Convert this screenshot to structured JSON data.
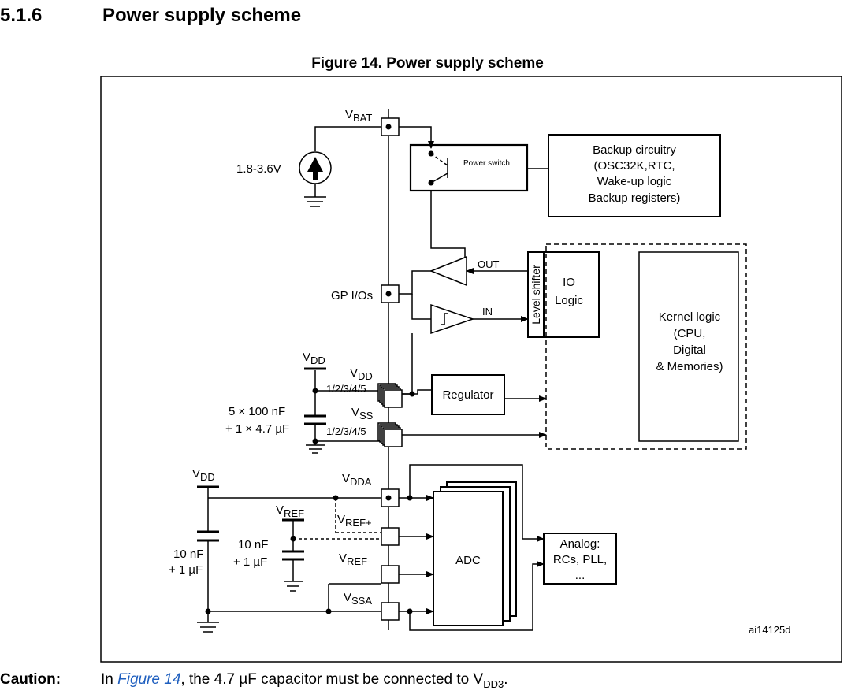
{
  "section": {
    "number": "5.1.6",
    "title": "Power supply scheme"
  },
  "figure": {
    "title": "Figure 14. Power supply scheme",
    "ref_id": "ai14125d"
  },
  "labels": {
    "vbat_main": "V",
    "vbat_sub": "BAT",
    "battery_voltage": "1.8-3.6V",
    "power_switch": "Power switch",
    "backup_l1": "Backup circuitry",
    "backup_l2": "(OSC32K,RTC,",
    "backup_l3": "Wake-up logic",
    "backup_l4": "Backup registers)",
    "out": "OUT",
    "in": "IN",
    "gp_ios": "GP I/Os",
    "level_shifter": "Level shifter",
    "io_l1": "IO",
    "io_l2": "Logic",
    "kernel_l1": "Kernel logic",
    "kernel_l2": "(CPU,",
    "kernel_l3": "Digital",
    "kernel_l4": "& Memories)",
    "vdd_main": "V",
    "vdd_sub": "DD",
    "vdd_pins": "1/2/3/4/5",
    "vss_main": "V",
    "vss_sub": "SS",
    "vss_pins": "1/2/3/4/5",
    "regulator": "Regulator",
    "cap1_l1": "5 × 100 nF",
    "cap1_l2": "+ 1 × 4.7 µF",
    "vdda_main": "V",
    "vdda_sub": "DDA",
    "vref_main": "V",
    "vref_sub": "REF",
    "vrefp_main": "V",
    "vrefp_sub": "REF+",
    "vrefm_main": "V",
    "vrefm_sub": "REF-",
    "vssa_main": "V",
    "vssa_sub": "SSA",
    "cap2_l1": "10 nF",
    "cap2_l2": "+ 1 µF",
    "cap3_l1": "10 nF",
    "cap3_l2": "+ 1 µF",
    "adc": "ADC",
    "analog_l1": "Analog:",
    "analog_l2": "RCs, PLL,",
    "analog_l3": "..."
  },
  "caution": {
    "label": "Caution:",
    "text_before": "In ",
    "link": "Figure 14",
    "text_middle": ", the 4.7 µF capacitor must be connected to V",
    "sub": "DD3",
    "text_after": "."
  }
}
